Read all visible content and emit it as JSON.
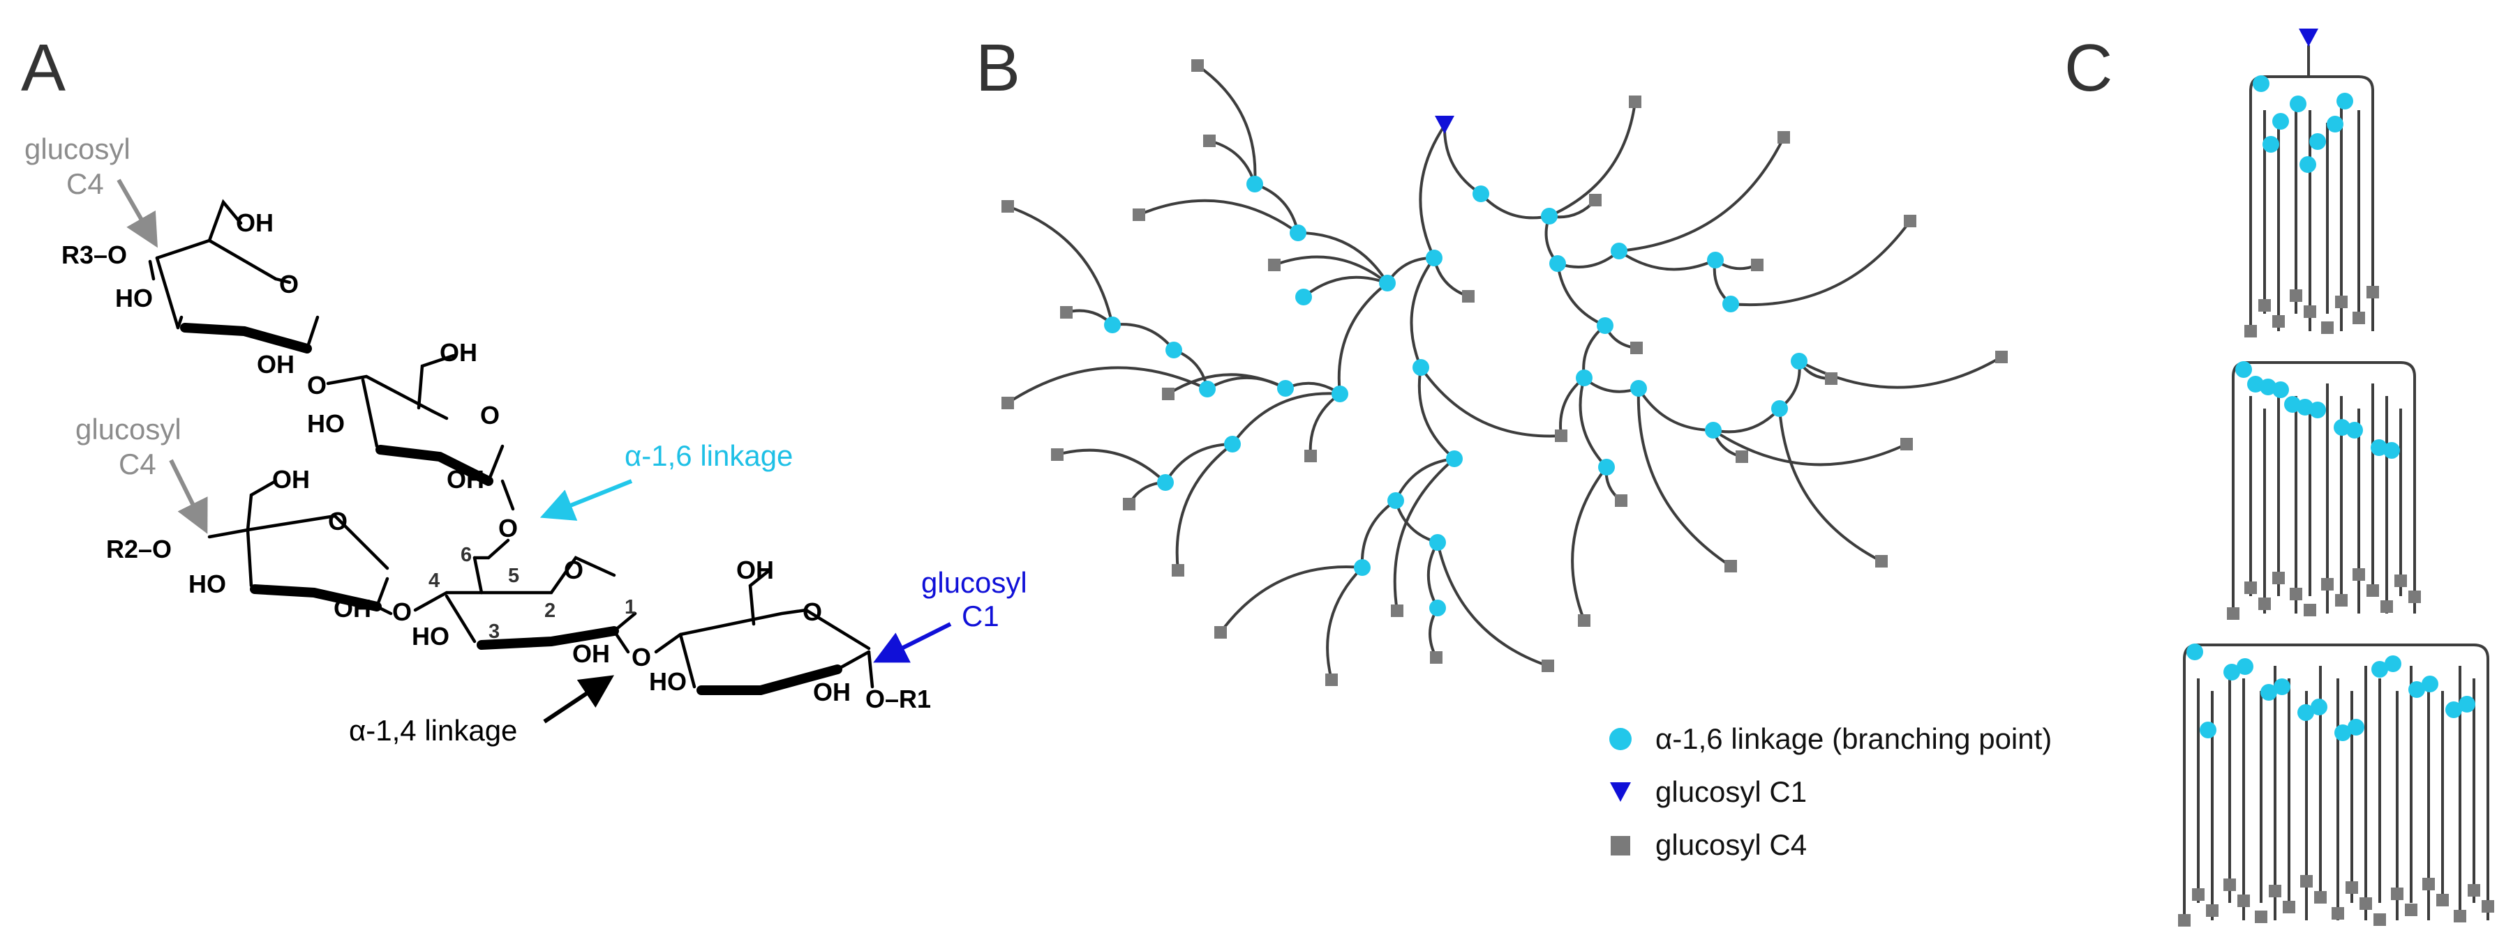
{
  "panels": {
    "a": "A",
    "b": "B",
    "c": "C"
  },
  "panel_a": {
    "gray_note_top": [
      "glucosyl",
      "C4"
    ],
    "gray_note_mid": [
      "glucosyl",
      "C4"
    ],
    "blue_note": [
      "glucosyl",
      "C1"
    ],
    "cyan_note": "α-1,6 linkage",
    "black_note": "α-1,4 linkage",
    "atoms": {
      "oh": "OH",
      "ho": "HO",
      "o": "O",
      "r1": "O–R1",
      "r2": "R2–O",
      "r3": "R3–O"
    },
    "carbon_numbers": [
      "1",
      "2",
      "3",
      "4",
      "5",
      "6"
    ]
  },
  "legend": {
    "items": [
      {
        "label": "α-1,6 linkage (branching point)",
        "shape": "circle",
        "color": "#22c7ea"
      },
      {
        "label": "glucosyl C1",
        "shape": "triangle",
        "color": "#1010d8"
      },
      {
        "label": "glucosyl C4",
        "shape": "square",
        "color": "#7a7a7a"
      }
    ]
  },
  "colors": {
    "branch": "#22c7ea",
    "root": "#1010d8",
    "leaf": "#7a7a7a",
    "edge": "#3d3d3d",
    "gray_text": "#8c8c8c",
    "blue_text": "#1010d8",
    "cyan_text": "#1ec0e6"
  }
}
